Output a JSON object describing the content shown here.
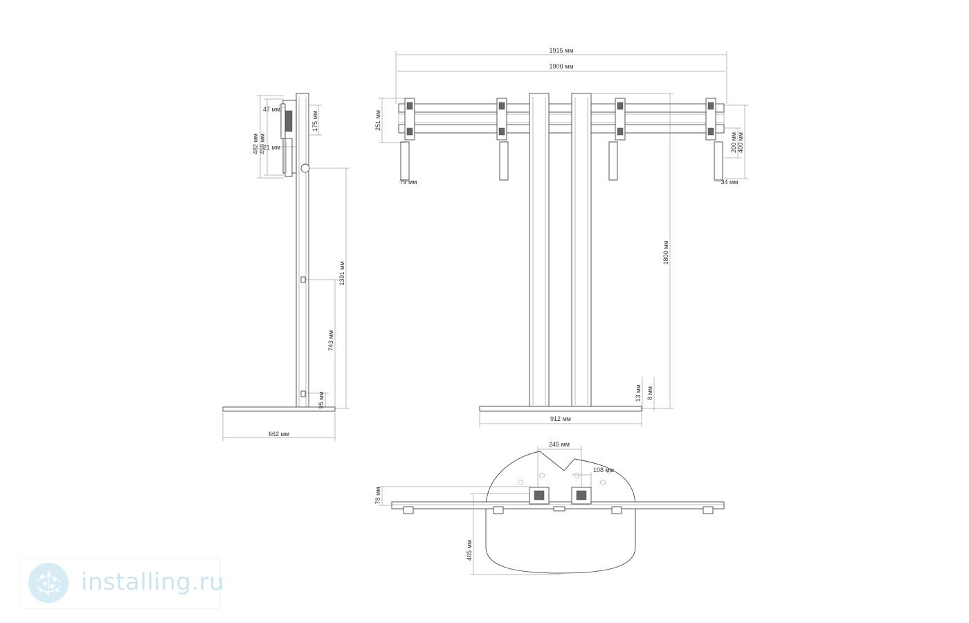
{
  "side_view": {
    "height_total": "482 мм",
    "height_plate": "458 мм",
    "bracket_depth": "47 мм",
    "pattern": "175 мм",
    "offset": "21 мм",
    "upper_height": "1391 мм",
    "mid_height": "743 мм",
    "low_height": "95 мм",
    "base_depth": "662 мм"
  },
  "front_view": {
    "width_outer": "1915 мм",
    "width_rail": "1900 мм",
    "rail_height": "251 мм",
    "left_clearance": "79 мм",
    "right_clearance": "34 мм",
    "vesa_small": "200 мм",
    "vesa_large": "400 мм",
    "total_height": "1800 мм",
    "foot_13": "13 мм",
    "foot_8": "8 мм",
    "base_width": "912 мм"
  },
  "top_view": {
    "pillar_spacing": "245 мм",
    "pillar_width": "108 мм",
    "rail_offset": "78 мм",
    "base_depth": "465 мм"
  },
  "watermark": {
    "text": "installing.ru",
    "color": "#cde5ef",
    "icon": "globe-logo-icon"
  }
}
